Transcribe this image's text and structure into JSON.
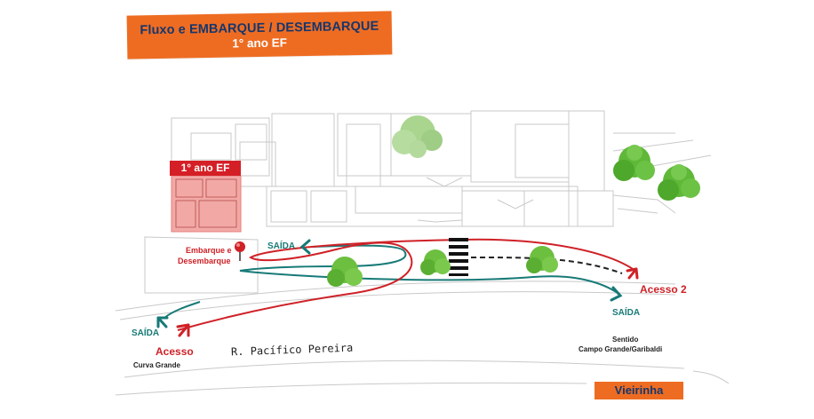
{
  "title": {
    "line1": "Fluxo e EMBARQUE / DESEMBARQUE",
    "line2": "1° ano EF"
  },
  "building_label": "1° ano EF",
  "labels": {
    "embarque": "Embarque e",
    "desembarque": "Desembarque",
    "saida_top": "SAÍDA",
    "saida_left": "SAÍDA",
    "saida_right": "SAÍDA",
    "acesso": "Acesso",
    "acesso2": "Acesso 2",
    "curva_grande": "Curva Grande",
    "street": "R. Pacífico Pereira",
    "sentido": "Sentido",
    "campo_grande": "Campo Grande/Garibaldi",
    "vieirinha": "Vieirinha"
  },
  "colors": {
    "accent_orange": "#ee6c22",
    "title_navy": "#16366c",
    "route_red": "#cf2127",
    "route_teal": "#177a77",
    "highlight_pink": "#f2a9a6",
    "tree_green": "#6cbf3f"
  },
  "icons": {
    "pin": "map-pin-icon",
    "tree": "tree-icon",
    "crosswalk": "crosswalk-icon",
    "arrow": "arrow-icon"
  }
}
